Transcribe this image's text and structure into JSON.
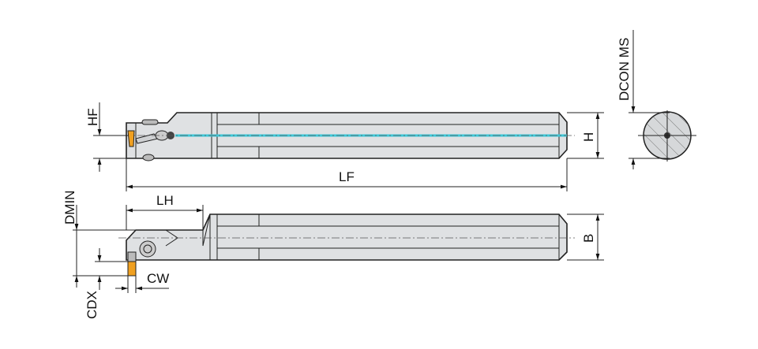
{
  "labels": {
    "hf": "HF",
    "h": "H",
    "lf": "LF",
    "dcon_ms": "DCON MS",
    "lh": "LH",
    "dmin": "DMIN",
    "b": "B",
    "cw": "CW",
    "cdx": "CDX"
  },
  "colors": {
    "body": "#dfe1e3",
    "coolant": "#3cc8d8",
    "insert": "#f0a020",
    "outline": "#222222"
  }
}
